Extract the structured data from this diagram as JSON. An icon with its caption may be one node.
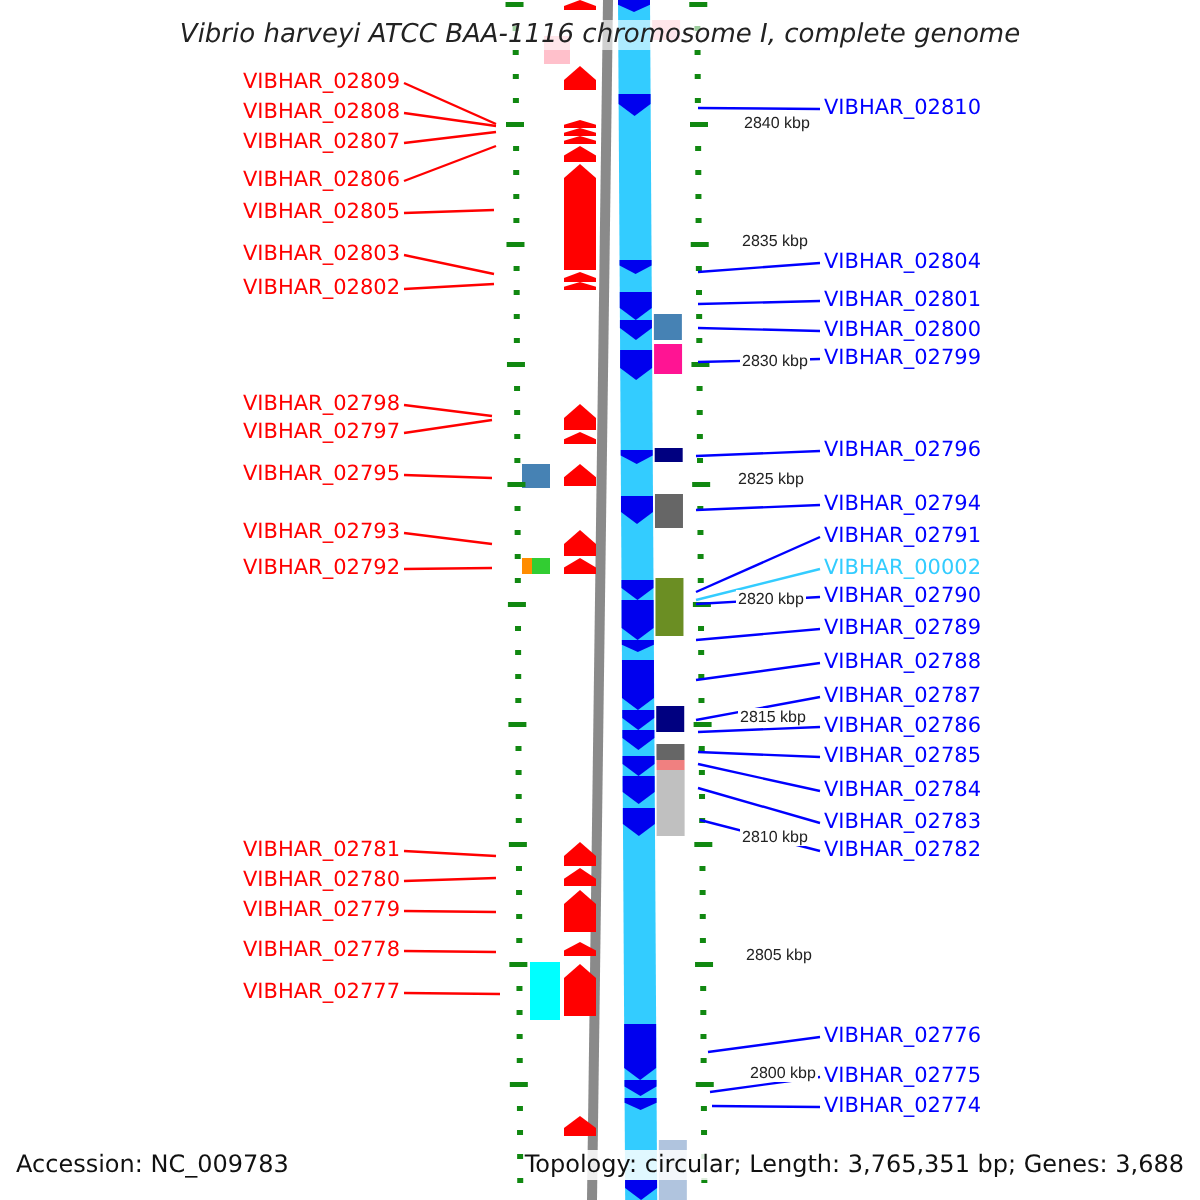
{
  "diagram": {
    "title": "Vibrio harveyi ATCC BAA-1116 chromosome I, complete genome",
    "nodes": [
      {
        "text": [
          "VIBHAR_02809"
        ]
      },
      {
        "text": [
          "VIBHAR_02808"
        ]
      },
      {
        "text": [
          "VIBHAR_02807"
        ]
      },
      {
        "text": [
          "VIBHAR_02806"
        ]
      },
      {
        "text": [
          "VIBHAR_02805"
        ]
      },
      {
        "text": [
          "VIBHAR_02803"
        ]
      },
      {
        "text": [
          "VIBHAR_02802"
        ]
      },
      {
        "text": [
          "VIBHAR_02798"
        ]
      },
      {
        "text": [
          "VIBHAR_02797"
        ]
      },
      {
        "text": [
          "VIBHAR_02795"
        ]
      },
      {
        "text": [
          "VIBHAR_02793"
        ]
      },
      {
        "text": [
          "VIBHAR_02792"
        ]
      },
      {
        "text": [
          "VIBHAR_02781"
        ]
      },
      {
        "text": [
          "VIBHAR_02780"
        ]
      },
      {
        "text": [
          "VIBHAR_02779"
        ]
      },
      {
        "text": [
          "VIBHAR_02778"
        ]
      },
      {
        "text": [
          "VIBHAR_02777"
        ]
      },
      {
        "text": [
          "VIBHAR_02810"
        ]
      },
      {
        "text": [
          "VIBHAR_02804"
        ]
      },
      {
        "text": [
          "VIBHAR_02801"
        ]
      },
      {
        "text": [
          "VIBHAR_02800"
        ]
      },
      {
        "text": [
          "VIBHAR_02799"
        ]
      },
      {
        "text": [
          "VIBHAR_02796"
        ]
      },
      {
        "text": [
          "VIBHAR_02794"
        ]
      },
      {
        "text": [
          "VIBHAR_02791"
        ]
      },
      {
        "text": [
          "VIBHAR_00002"
        ]
      },
      {
        "text": [
          "VIBHAR_02790"
        ]
      },
      {
        "text": [
          "VIBHAR_02789"
        ]
      },
      {
        "text": [
          "VIBHAR_02788"
        ]
      },
      {
        "text": [
          "VIBHAR_02787"
        ]
      },
      {
        "text": [
          "VIBHAR_02786"
        ]
      },
      {
        "text": [
          "VIBHAR_02785"
        ]
      },
      {
        "text": [
          "VIBHAR_02784"
        ]
      },
      {
        "text": [
          "VIBHAR_02783"
        ]
      },
      {
        "text": [
          "VIBHAR_02782"
        ]
      },
      {
        "text": [
          "VIBHAR_02776"
        ]
      },
      {
        "text": [
          "VIBHAR_02775"
        ]
      },
      {
        "text": [
          "VIBHAR_02774"
        ]
      }
    ],
    "edges": [
      {
        "from": 0,
        "to": null,
        "arrow": "none",
        "color": "#ff0000"
      },
      {
        "from": 1,
        "to": null,
        "arrow": "none",
        "color": "#ff0000"
      },
      {
        "from": 2,
        "to": null,
        "arrow": "none",
        "color": "#ff0000"
      },
      {
        "from": 3,
        "to": null,
        "arrow": "none",
        "color": "#ff0000"
      },
      {
        "from": 4,
        "to": null,
        "arrow": "none",
        "color": "#ff0000"
      },
      {
        "from": 5,
        "to": null,
        "arrow": "none",
        "color": "#ff0000"
      },
      {
        "from": 6,
        "to": null,
        "arrow": "none",
        "color": "#ff0000"
      },
      {
        "from": 7,
        "to": null,
        "arrow": "none",
        "color": "#ff0000"
      },
      {
        "from": 8,
        "to": null,
        "arrow": "none",
        "color": "#ff0000"
      },
      {
        "from": 9,
        "to": null,
        "arrow": "none",
        "color": "#ff0000"
      },
      {
        "from": 10,
        "to": null,
        "arrow": "none",
        "color": "#ff0000"
      },
      {
        "from": 11,
        "to": null,
        "arrow": "none",
        "color": "#ff0000"
      },
      {
        "from": 12,
        "to": null,
        "arrow": "none",
        "color": "#ff0000"
      },
      {
        "from": 13,
        "to": null,
        "arrow": "none",
        "color": "#ff0000"
      },
      {
        "from": 14,
        "to": null,
        "arrow": "none",
        "color": "#ff0000"
      },
      {
        "from": 15,
        "to": null,
        "arrow": "none",
        "color": "#ff0000"
      },
      {
        "from": 16,
        "to": null,
        "arrow": "none",
        "color": "#ff0000"
      },
      {
        "from": 17,
        "to": null,
        "arrow": "none"
      },
      {
        "from": 18,
        "to": null,
        "arrow": "none"
      },
      {
        "from": 19,
        "to": null,
        "arrow": "none"
      },
      {
        "from": 20,
        "to": null,
        "arrow": "none"
      },
      {
        "from": 21,
        "to": null,
        "arrow": "none"
      },
      {
        "from": 22,
        "to": null,
        "arrow": "none"
      },
      {
        "from": 23,
        "to": null,
        "arrow": "none"
      },
      {
        "from": 24,
        "to": null,
        "arrow": "none"
      },
      {
        "from": 25,
        "to": null,
        "arrow": "none",
        "color": "#33ccff"
      },
      {
        "from": 26,
        "to": null,
        "arrow": "none"
      },
      {
        "from": 27,
        "to": null,
        "arrow": "none"
      },
      {
        "from": 28,
        "to": null,
        "arrow": "none"
      },
      {
        "from": 29,
        "to": null,
        "arrow": "none"
      },
      {
        "from": 30,
        "to": null,
        "arrow": "none"
      },
      {
        "from": 31,
        "to": null,
        "arrow": "none"
      },
      {
        "from": 32,
        "to": null,
        "arrow": "none"
      },
      {
        "from": 33,
        "to": null,
        "arrow": "none"
      },
      {
        "from": 34,
        "to": null,
        "arrow": "none"
      },
      {
        "from": 35,
        "to": null,
        "arrow": "none"
      },
      {
        "from": 36,
        "to": null,
        "arrow": "none"
      },
      {
        "from": 37,
        "to": null,
        "arrow": "none"
      }
    ],
    "labels": [
      "2840 kbp",
      "2835 kbp",
      "2830 kbp",
      "2825 kbp",
      "2820 kbp",
      "2815 kbp",
      "2810 kbp",
      "2805 kbp",
      "2800 kbp",
      "Accession: NC_009783",
      "Topology: circular; Length: 3,765,351 bp; Genes: 3,688"
    ]
  }
}
